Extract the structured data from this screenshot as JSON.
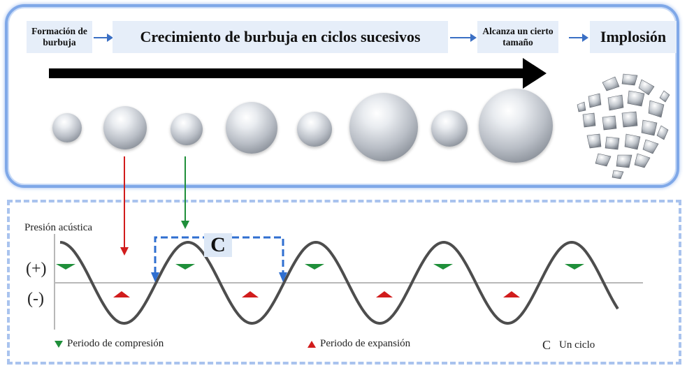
{
  "steps": {
    "formation": "Formación de burbuja",
    "growth": "Crecimiento de burbuja en ciclos sucesivos",
    "reaches_size": "Alcanza un cierto tamaño",
    "implosion": "Implosión"
  },
  "axis": {
    "y_label": "Presión acústica",
    "positive_label": "(+)",
    "negative_label": "(-)"
  },
  "cycle_marker": "C",
  "legend": {
    "compression": "Periodo de compresión",
    "expansion": "Periodo de expansión",
    "cycle_letter": "C",
    "cycle": "Un ciclo"
  },
  "colors": {
    "compression": "#1f8f3a",
    "expansion": "#d11c1c",
    "wave": "#4d4d4d",
    "cycle_bracket": "#2f6fd0",
    "panel_border": "#7fa8e8"
  },
  "icons": {
    "compression_marker": "triangle-down-icon",
    "expansion_marker": "triangle-up-icon",
    "implosion": "shattered-sphere-icon"
  }
}
